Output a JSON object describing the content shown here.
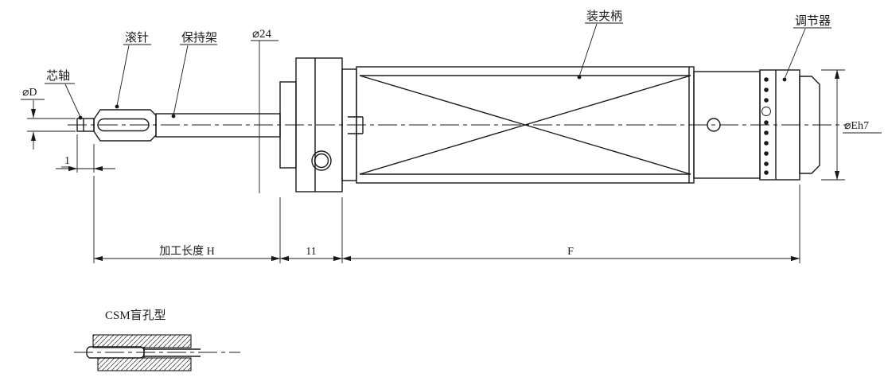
{
  "labels": {
    "mandrel": "芯轴",
    "roller": "滚针",
    "cage": "保持架",
    "dia_24": "⌀24",
    "shank": "装夹柄",
    "adjuster": "调节器",
    "dia_d": "⌀D",
    "dia_eh7": "⌀Eh7"
  },
  "dimensions": {
    "tip_length": "1",
    "working_length": "加工长度 H",
    "flange_width": "11",
    "shank_length": "F"
  },
  "detail_view": {
    "label": "CSM盲孔型"
  },
  "colors": {
    "line": "#1a1a1a",
    "background": "#ffffff"
  }
}
